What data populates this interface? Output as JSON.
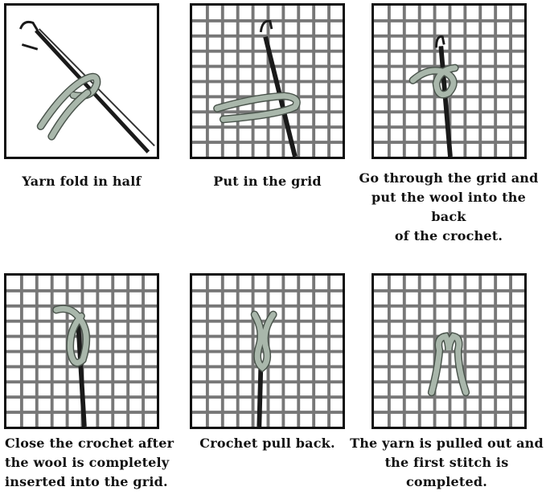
{
  "steps": [
    {
      "caption_lines": [
        "Yarn fold in half"
      ]
    },
    {
      "caption_lines": [
        "Put in the grid"
      ]
    },
    {
      "caption_lines": [
        "Go through the grid and",
        "put the wool into the back",
        "of the crochet."
      ]
    },
    {
      "caption_lines": [
        "Close the crochet after",
        "the wool is completely",
        "inserted  into the grid."
      ]
    },
    {
      "caption_lines": [
        "Crochet pull back."
      ]
    },
    {
      "caption_lines": [
        "The yarn is pulled out and",
        "the first stitch is completed."
      ]
    }
  ],
  "colors": {
    "border": "#111111",
    "grid": "#777777",
    "yarn": "#a9b7ab",
    "yarn_edge": "#4a544c",
    "hook": "#1a1a1a"
  },
  "icons": [
    "latch-hook-icon",
    "yarn-icon",
    "canvas-grid-icon"
  ]
}
